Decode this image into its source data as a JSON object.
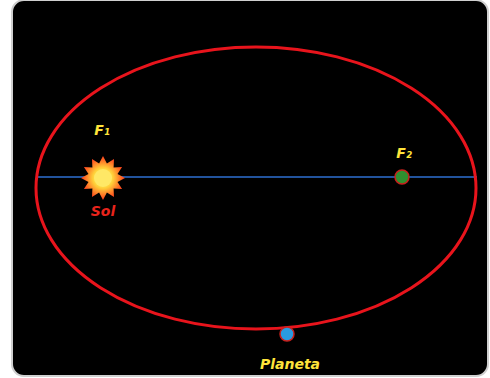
{
  "diagram": {
    "labels": [
      "F₁",
      "F₂",
      "Sol",
      "Planeta"
    ]
  }
}
